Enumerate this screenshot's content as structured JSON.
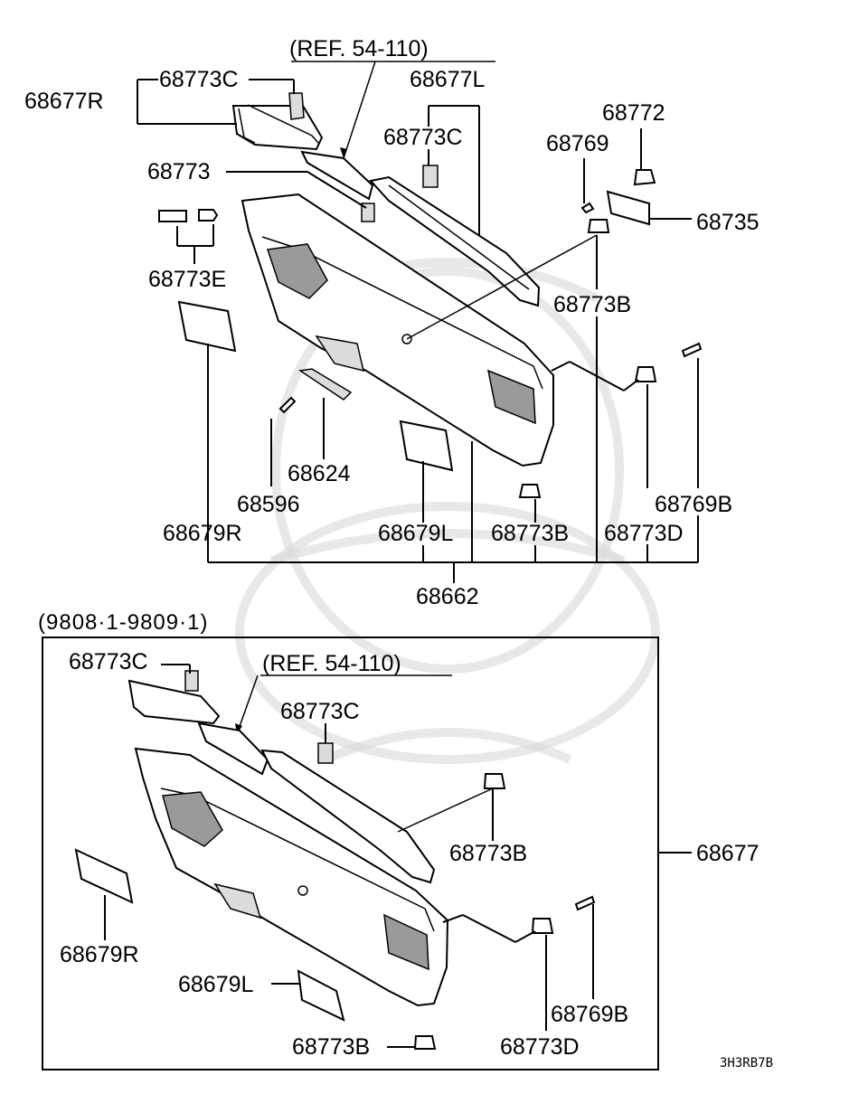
{
  "labels": {
    "ref_top": "(REF. 54-110)",
    "ref_bottom": "(REF. 54-110)",
    "p_68677R": "68677R",
    "p_68773C_a": "68773C",
    "p_68677L": "68677L",
    "p_68773C_b": "68773C",
    "p_68772": "68772",
    "p_68769": "68769",
    "p_68773": "68773",
    "p_68735": "68735",
    "p_68773E": "68773E",
    "p_68773B_a": "68773B",
    "p_68624": "68624",
    "p_68596": "68596",
    "p_68769B_a": "68769B",
    "p_68679R_a": "68679R",
    "p_68679L_a": "68679L",
    "p_68773B_b": "68773B",
    "p_68773D_a": "68773D",
    "p_68662": "68662",
    "date_range": "(9808·1-9809·1)",
    "p_68773C_c": "68773C",
    "p_68773C_d": "68773C",
    "p_68773B_c": "68773B",
    "p_68677": "68677",
    "p_68679R_b": "68679R",
    "p_68679L_b": "68679L",
    "p_68773B_d": "68773B",
    "p_68769B_b": "68769B",
    "p_68773D_b": "68773D",
    "diagram_code": "3H3RB7B"
  }
}
